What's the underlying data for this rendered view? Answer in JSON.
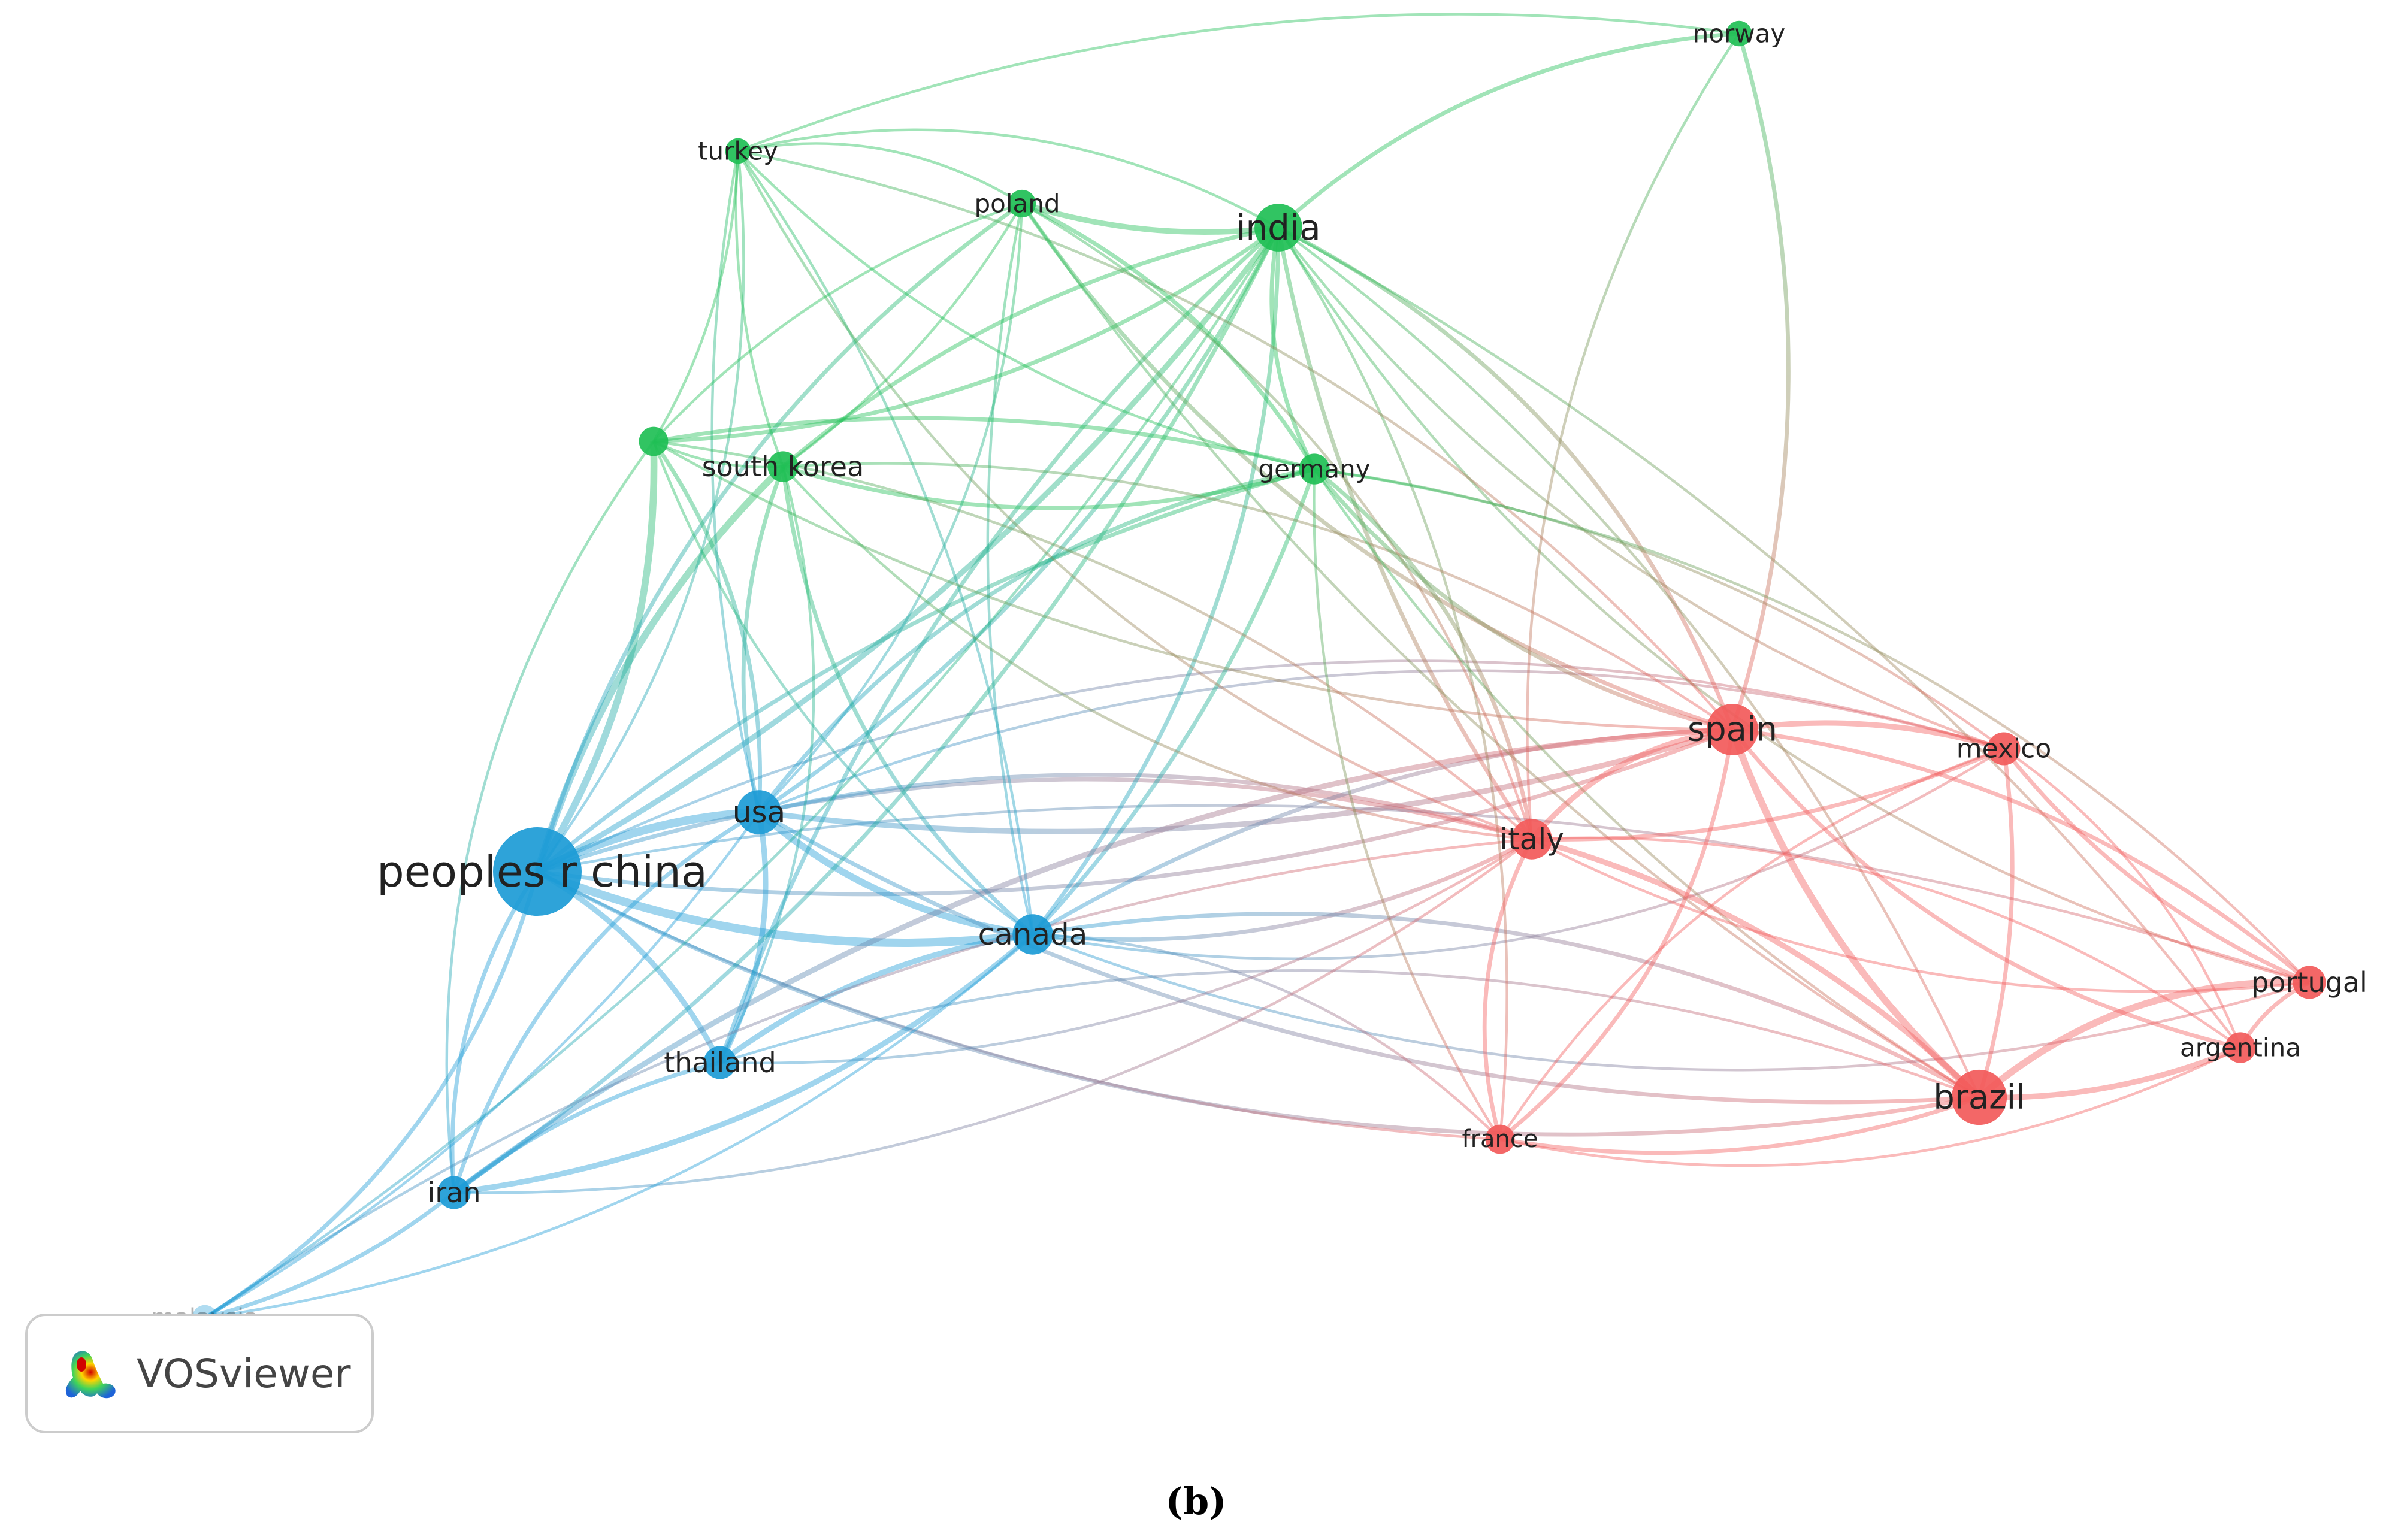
{
  "caption": "(b)",
  "logo": {
    "text": "VOSviewer",
    "icon": "vosviewer-logo-icon"
  },
  "clusters": {
    "green": "#1fbf55",
    "blue": "#1c9bd6",
    "red": "#f25a5a"
  },
  "nodes": [
    {
      "id": "peoples_r_china",
      "label": "peoples r china",
      "cluster": "blue",
      "weight": 10
    },
    {
      "id": "usa",
      "label": "usa",
      "cluster": "blue",
      "weight": 4
    },
    {
      "id": "canada",
      "label": "canada",
      "cluster": "blue",
      "weight": 3.5
    },
    {
      "id": "thailand",
      "label": "thailand",
      "cluster": "blue",
      "weight": 2.5
    },
    {
      "id": "iran",
      "label": "iran",
      "cluster": "blue",
      "weight": 2.5
    },
    {
      "id": "malaysia",
      "label": "malaysia",
      "cluster": "blue",
      "weight": 1.5
    },
    {
      "id": "india",
      "label": "india",
      "cluster": "green",
      "weight": 4.5
    },
    {
      "id": "norway",
      "label": "norway",
      "cluster": "green",
      "weight": 1.5
    },
    {
      "id": "turkey",
      "label": "turkey",
      "cluster": "green",
      "weight": 1.5
    },
    {
      "id": "poland",
      "label": "poland",
      "cluster": "green",
      "weight": 1.8
    },
    {
      "id": "south_korea",
      "label": "south korea",
      "cluster": "green",
      "weight": 2.2
    },
    {
      "id": "unlabeled_green",
      "label": "",
      "cluster": "green",
      "weight": 2
    },
    {
      "id": "germany",
      "label": "germany",
      "cluster": "green",
      "weight": 2.2
    },
    {
      "id": "spain",
      "label": "spain",
      "cluster": "red",
      "weight": 5
    },
    {
      "id": "italy",
      "label": "italy",
      "cluster": "red",
      "weight": 3.5
    },
    {
      "id": "mexico",
      "label": "mexico",
      "cluster": "red",
      "weight": 2.5
    },
    {
      "id": "portugal",
      "label": "portugal",
      "cluster": "red",
      "weight": 2.5
    },
    {
      "id": "argentina",
      "label": "argentina",
      "cluster": "red",
      "weight": 2.2
    },
    {
      "id": "brazil",
      "label": "brazil",
      "cluster": "red",
      "weight": 5.5
    },
    {
      "id": "france",
      "label": "france",
      "cluster": "red",
      "weight": 2
    }
  ],
  "links": [
    [
      "peoples_r_china",
      "usa",
      5
    ],
    [
      "peoples_r_china",
      "canada",
      5
    ],
    [
      "peoples_r_china",
      "thailand",
      3
    ],
    [
      "peoples_r_china",
      "iran",
      2
    ],
    [
      "peoples_r_china",
      "malaysia",
      2
    ],
    [
      "peoples_r_china",
      "india",
      3
    ],
    [
      "peoples_r_china",
      "south_korea",
      4
    ],
    [
      "peoples_r_china",
      "unlabeled_green",
      4
    ],
    [
      "peoples_r_china",
      "poland",
      2
    ],
    [
      "peoples_r_china",
      "turkey",
      1
    ],
    [
      "peoples_r_china",
      "germany",
      2
    ],
    [
      "peoples_r_china",
      "spain",
      2
    ],
    [
      "peoples_r_china",
      "italy",
      2
    ],
    [
      "peoples_r_china",
      "brazil",
      2
    ],
    [
      "peoples_r_china",
      "mexico",
      1
    ],
    [
      "peoples_r_china",
      "france",
      1
    ],
    [
      "peoples_r_china",
      "portugal",
      1
    ],
    [
      "usa",
      "canada",
      4
    ],
    [
      "usa",
      "thailand",
      3
    ],
    [
      "usa",
      "iran",
      2
    ],
    [
      "usa",
      "malaysia",
      1
    ],
    [
      "usa",
      "india",
      2
    ],
    [
      "usa",
      "south_korea",
      2
    ],
    [
      "usa",
      "unlabeled_green",
      2
    ],
    [
      "usa",
      "germany",
      2
    ],
    [
      "usa",
      "spain",
      3
    ],
    [
      "usa",
      "italy",
      2
    ],
    [
      "usa",
      "brazil",
      2
    ],
    [
      "usa",
      "mexico",
      1
    ],
    [
      "usa",
      "poland",
      1
    ],
    [
      "usa",
      "turkey",
      1
    ],
    [
      "canada",
      "thailand",
      3
    ],
    [
      "canada",
      "iran",
      3
    ],
    [
      "canada",
      "india",
      2
    ],
    [
      "canada",
      "south_korea",
      2
    ],
    [
      "canada",
      "germany",
      2
    ],
    [
      "canada",
      "spain",
      2
    ],
    [
      "canada",
      "italy",
      2
    ],
    [
      "canada",
      "brazil",
      2
    ],
    [
      "canada",
      "mexico",
      1
    ],
    [
      "canada",
      "poland",
      1
    ],
    [
      "canada",
      "turkey",
      1
    ],
    [
      "canada",
      "unlabeled_green",
      1
    ],
    [
      "canada",
      "portugal",
      1
    ],
    [
      "canada",
      "france",
      1
    ],
    [
      "thailand",
      "iran",
      2
    ],
    [
      "thailand",
      "india",
      2
    ],
    [
      "thailand",
      "italy",
      1
    ],
    [
      "thailand",
      "brazil",
      1
    ],
    [
      "thailand",
      "south_korea",
      1
    ],
    [
      "iran",
      "malaysia",
      2
    ],
    [
      "iran",
      "india",
      2
    ],
    [
      "iran",
      "spain",
      3
    ],
    [
      "iran",
      "italy",
      1
    ],
    [
      "iran",
      "unlabeled_green",
      1
    ],
    [
      "malaysia",
      "india",
      1
    ],
    [
      "malaysia",
      "italy",
      1
    ],
    [
      "malaysia",
      "canada",
      1
    ],
    [
      "india",
      "norway",
      2
    ],
    [
      "india",
      "turkey",
      1
    ],
    [
      "india",
      "poland",
      3
    ],
    [
      "india",
      "south_korea",
      2
    ],
    [
      "india",
      "unlabeled_green",
      2
    ],
    [
      "india",
      "germany",
      2
    ],
    [
      "india",
      "spain",
      2
    ],
    [
      "india",
      "italy",
      2
    ],
    [
      "india",
      "brazil",
      1
    ],
    [
      "india",
      "mexico",
      1
    ],
    [
      "india",
      "france",
      1
    ],
    [
      "india",
      "portugal",
      1
    ],
    [
      "india",
      "argentina",
      1
    ],
    [
      "norway",
      "turkey",
      1
    ],
    [
      "norway",
      "spain",
      2
    ],
    [
      "norway",
      "italy",
      1
    ],
    [
      "turkey",
      "poland",
      1
    ],
    [
      "turkey",
      "south_korea",
      1
    ],
    [
      "turkey",
      "unlabeled_green",
      1
    ],
    [
      "turkey",
      "germany",
      1
    ],
    [
      "turkey",
      "spain",
      1
    ],
    [
      "turkey",
      "italy",
      1
    ],
    [
      "poland",
      "south_korea",
      1
    ],
    [
      "poland",
      "unlabeled_green",
      1
    ],
    [
      "poland",
      "germany",
      2
    ],
    [
      "poland",
      "spain",
      2
    ],
    [
      "poland",
      "italy",
      1
    ],
    [
      "poland",
      "brazil",
      1
    ],
    [
      "south_korea",
      "unlabeled_green",
      1
    ],
    [
      "south_korea",
      "germany",
      2
    ],
    [
      "south_korea",
      "spain",
      1
    ],
    [
      "south_korea",
      "italy",
      1
    ],
    [
      "unlabeled_green",
      "germany",
      2
    ],
    [
      "unlabeled_green",
      "spain",
      1
    ],
    [
      "unlabeled_green",
      "italy",
      1
    ],
    [
      "germany",
      "spain",
      2
    ],
    [
      "germany",
      "italy",
      2
    ],
    [
      "germany",
      "brazil",
      1
    ],
    [
      "germany",
      "mexico",
      1
    ],
    [
      "germany",
      "france",
      1
    ],
    [
      "germany",
      "portugal",
      1
    ],
    [
      "spain",
      "italy",
      3
    ],
    [
      "spain",
      "mexico",
      3
    ],
    [
      "spain",
      "brazil",
      4
    ],
    [
      "spain",
      "portugal",
      2
    ],
    [
      "spain",
      "argentina",
      2
    ],
    [
      "spain",
      "france",
      2
    ],
    [
      "italy",
      "mexico",
      2
    ],
    [
      "italy",
      "brazil",
      3
    ],
    [
      "italy",
      "portugal",
      1
    ],
    [
      "italy",
      "argentina",
      1
    ],
    [
      "italy",
      "france",
      2
    ],
    [
      "mexico",
      "brazil",
      2
    ],
    [
      "mexico",
      "portugal",
      2
    ],
    [
      "mexico",
      "argentina",
      1
    ],
    [
      "mexico",
      "france",
      1
    ],
    [
      "brazil",
      "portugal",
      4
    ],
    [
      "brazil",
      "argentina",
      3
    ],
    [
      "brazil",
      "france",
      2
    ],
    [
      "portugal",
      "argentina",
      2
    ],
    [
      "argentina",
      "france",
      1
    ]
  ]
}
